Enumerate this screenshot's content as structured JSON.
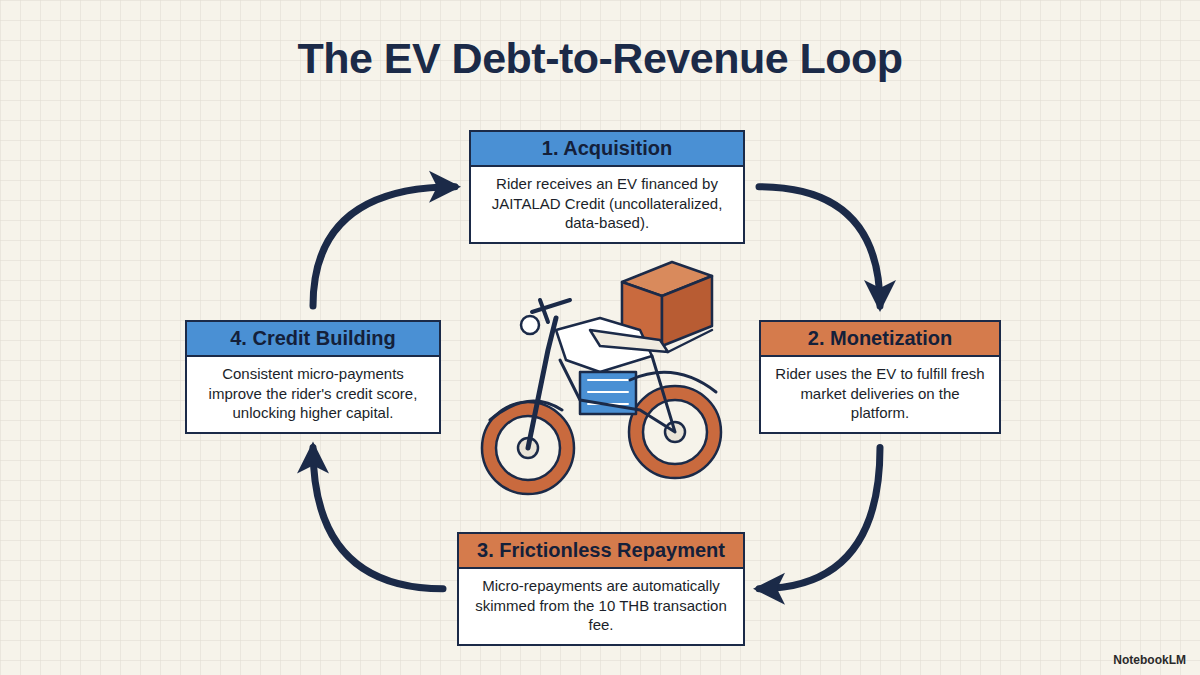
{
  "diagram": {
    "title": "The EV Debt-to-Revenue Loop",
    "nodes": [
      {
        "text": [
          "1. Acquisition",
          "Rider receives an EV financed by JAITALAD Credit (uncollateralized, data-based)."
        ]
      },
      {
        "text": [
          "2. Monetization",
          "Rider uses the EV to fulfill fresh market deliveries on the platform."
        ]
      },
      {
        "text": [
          "3. Frictionless Repayment",
          "Micro-repayments are automatically skimmed from the 10 THB transaction fee."
        ]
      },
      {
        "text": [
          "4. Credit Building",
          "Consistent micro-payments improve the rider's credit score, unlocking higher capital."
        ]
      }
    ],
    "edges": [
      {
        "from": 0,
        "to": 1,
        "arrow": "to"
      },
      {
        "from": 1,
        "to": 2,
        "arrow": "to"
      },
      {
        "from": 2,
        "to": 3,
        "arrow": "to"
      },
      {
        "from": 3,
        "to": 0,
        "arrow": "to"
      }
    ],
    "labels": [
      "NotebookLM"
    ]
  }
}
